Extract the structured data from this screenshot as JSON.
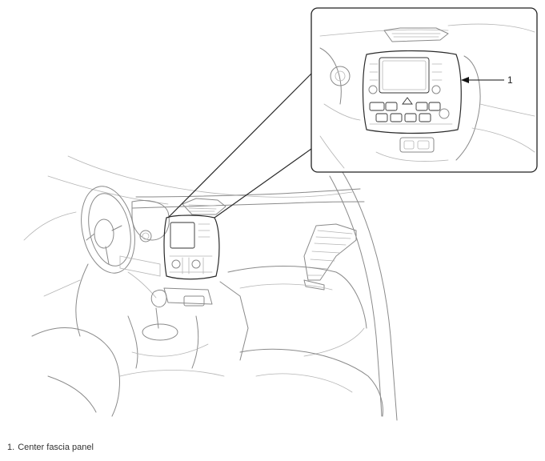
{
  "figure": {
    "callouts": [
      {
        "number": "1"
      }
    ]
  },
  "legend": {
    "items": [
      {
        "number": "1.",
        "label": "Center fascia panel"
      }
    ]
  }
}
